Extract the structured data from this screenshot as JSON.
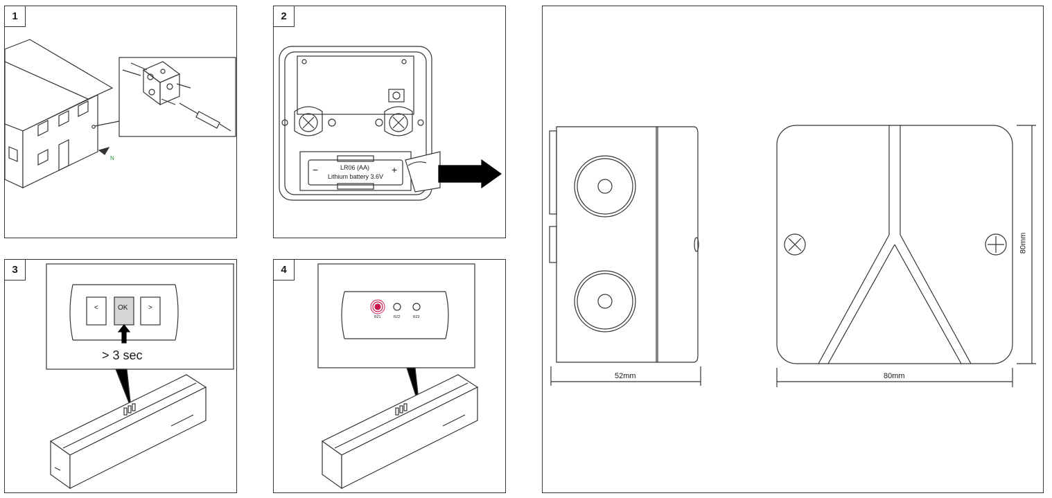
{
  "steps": [
    {
      "number": "1"
    },
    {
      "number": "2",
      "battery_type": "LR06 (AA)",
      "battery_desc": "Lithium battery 3.6V",
      "minus": "−",
      "plus": "+"
    },
    {
      "number": "3",
      "btn_left": "<",
      "btn_ok": "OK",
      "btn_right": ">",
      "hold_text": "> 3 sec"
    },
    {
      "number": "4",
      "led1": "RZ1",
      "led2": "RZ2",
      "led3": "RZ3"
    }
  ],
  "dimensions": {
    "side_width": "52mm",
    "front_width": "80mm",
    "front_height": "80mm"
  },
  "colors": {
    "line": "#333333",
    "led_active": "#c8194b",
    "ok_button_fill": "#d6d6d6"
  }
}
